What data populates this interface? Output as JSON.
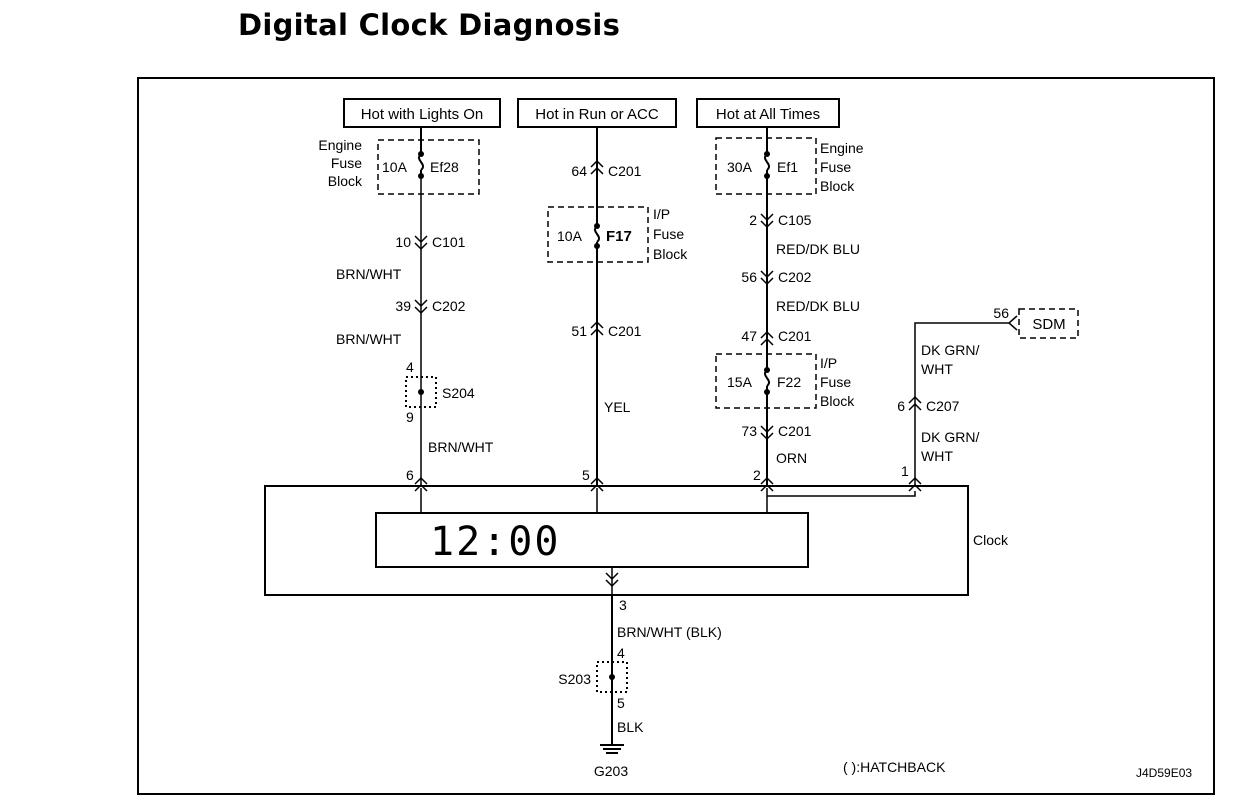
{
  "title": "Digital Clock Diagnosis",
  "power_sources": [
    {
      "label": "Hot with Lights On"
    },
    {
      "label": "Hot in Run or ACC"
    },
    {
      "label": "Hot at All Times"
    }
  ],
  "fuses": {
    "ef28": {
      "rating": "10A",
      "name": "Ef28",
      "block": [
        "Engine",
        "Fuse",
        "Block"
      ]
    },
    "f17": {
      "rating": "10A",
      "name": "F17",
      "block": [
        "I/P",
        "Fuse",
        "Block"
      ]
    },
    "ef1": {
      "rating": "30A",
      "name": "Ef1",
      "block": [
        "Engine",
        "Fuse",
        "Block"
      ]
    },
    "f22": {
      "rating": "15A",
      "name": "F22",
      "block": [
        "I/P",
        "Fuse",
        "Block"
      ]
    }
  },
  "connectors": {
    "c101_col1": {
      "pin": "10",
      "name": "C101"
    },
    "c202_col1": {
      "pin": "39",
      "name": "C202"
    },
    "c201_col2_top": {
      "pin": "64",
      "name": "C201"
    },
    "c201_col2_bot": {
      "pin": "51",
      "name": "C201"
    },
    "c105_col3": {
      "pin": "2",
      "name": "C105"
    },
    "c202_col3": {
      "pin": "56",
      "name": "C202"
    },
    "c201_col3_top": {
      "pin": "47",
      "name": "C201"
    },
    "c201_col3_bot": {
      "pin": "73",
      "name": "C201"
    },
    "c207_col4": {
      "pin": "6",
      "name": "C207"
    }
  },
  "wires": {
    "col1_a": "BRN/WHT",
    "col1_b": "BRN/WHT",
    "col1_c": "BRN/WHT",
    "col2": "YEL",
    "col3_a": "RED/DK BLU",
    "col3_b": "RED/DK BLU",
    "col3_c": "ORN",
    "col4_a": [
      "DK GRN/",
      "WHT"
    ],
    "col4_b": [
      "DK GRN/",
      "WHT"
    ],
    "ground_a": "BRN/WHT (BLK)",
    "ground_b": "BLK"
  },
  "splices": {
    "s204": {
      "name": "S204",
      "pin_top": "4",
      "pin_bottom": "9"
    },
    "s203": {
      "name": "S203",
      "pin_top": "4",
      "pin_bottom": "5"
    }
  },
  "sdm": {
    "label": "SDM",
    "pin": "56"
  },
  "clock": {
    "label": "Clock",
    "display": "12:00",
    "pins": {
      "p6": "6",
      "p5": "5",
      "p2": "2",
      "p1": "1",
      "p3": "3"
    }
  },
  "ground": "G203",
  "legend": "(  ):HATCHBACK",
  "figure_code": "J4D59E03"
}
